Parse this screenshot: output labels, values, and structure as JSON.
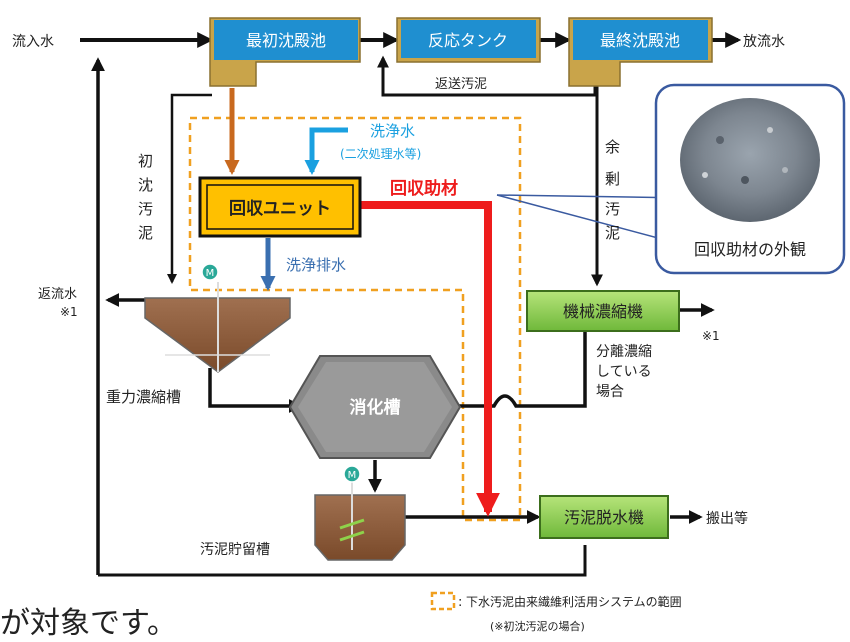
{
  "nodes": {
    "inflow": "流入水",
    "primary_tank": "最初沈殿池",
    "reaction_tank": "反応タンク",
    "final_tank": "最終沈殿池",
    "discharge": "放流水",
    "return_sludge": "返送汚泥",
    "primary_sludge": [
      "初",
      "沈",
      "汚",
      "泥"
    ],
    "excess_sludge": [
      "余",
      "剰",
      "汚",
      "泥"
    ],
    "wash_water": "洗浄水",
    "wash_water_note": "(二次処理水等)",
    "recovery_unit": "回収ユニット",
    "recovery_aid": "回収助材",
    "wash_drain": "洗浄排水",
    "return_water": "返流水",
    "return_water_note": "※1",
    "gravity_thickener": "重力濃縮槽",
    "mech_thickener": "機械濃縮機",
    "mech_note": "※1",
    "separate_thickening": [
      "分離濃縮",
      "している",
      "場合"
    ],
    "digester": "消化槽",
    "storage_tank": "汚泥貯留槽",
    "dewatering": "汚泥脱水機",
    "carry_out": "搬出等",
    "aid_appearance": "回収助材の外観",
    "motor_label": "M"
  },
  "legend": {
    "scope": "下水汚泥由来繊維利活用システムの範囲",
    "scope_note": "(※初沈汚泥の場合)"
  },
  "caption": "が対象です。",
  "colors": {
    "tank_blue": "#1f8fd0",
    "tank_gold": "#c9a44a",
    "green_box": "#8ed24a",
    "orange_dash": "#f0a020",
    "red_arrow": "#ee1c1c",
    "wash_blue": "#1aa0e0",
    "drain_blue": "#3a6fb0",
    "sludge_brown": "#c8691f",
    "unit_yellow": "#ffc000"
  }
}
